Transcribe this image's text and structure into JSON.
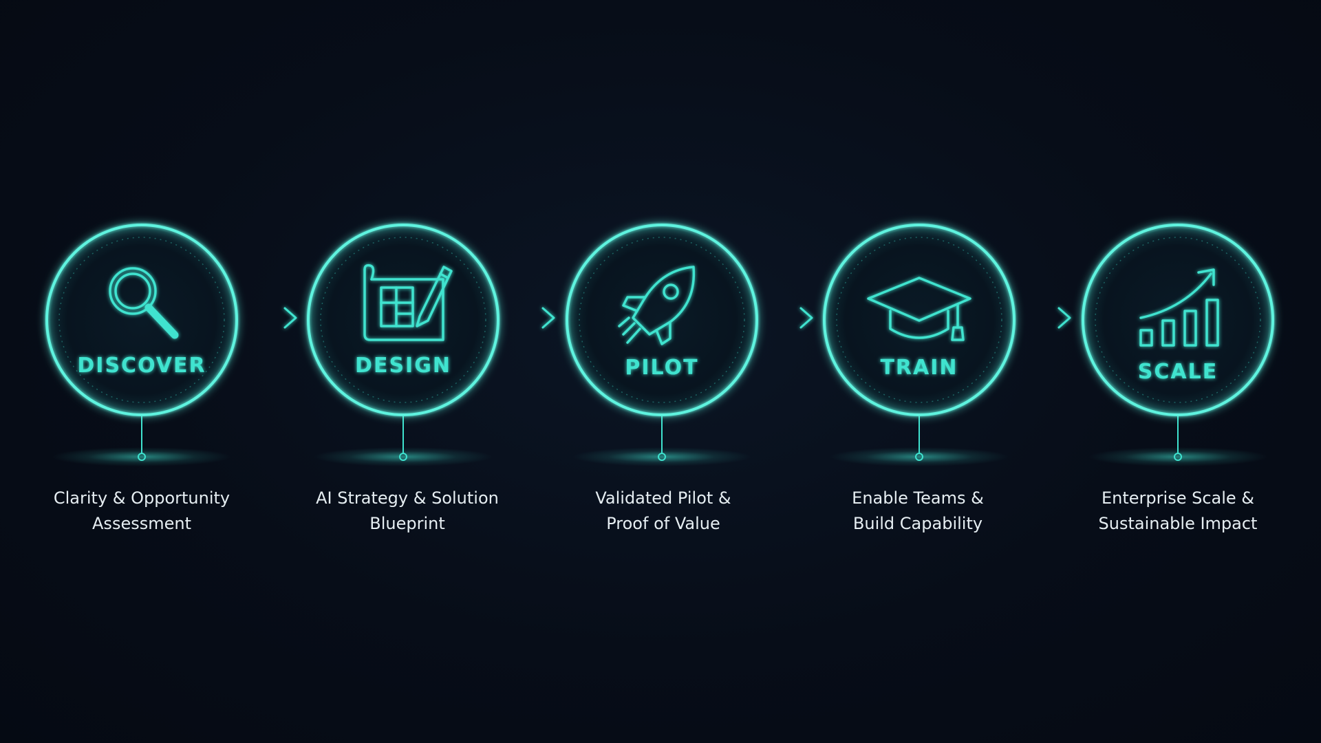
{
  "colors": {
    "background": "#070d18",
    "accent": "#3fe3cf",
    "text": "#e6eef2"
  },
  "stages": [
    {
      "title": "DISCOVER",
      "desc_line1": "Clarity & Opportunity",
      "desc_line2": "Assessment",
      "icon": "magnifying-glass-icon"
    },
    {
      "title": "DESIGN",
      "desc_line1": "AI Strategy & Solution",
      "desc_line2": "Blueprint",
      "icon": "blueprint-pencil-icon"
    },
    {
      "title": "PILOT",
      "desc_line1": "Validated Pilot &",
      "desc_line2": "Proof of Value",
      "icon": "rocket-icon"
    },
    {
      "title": "TRAIN",
      "desc_line1": "Enable Teams &",
      "desc_line2": "Build Capability",
      "icon": "graduation-cap-icon"
    },
    {
      "title": "SCALE",
      "desc_line1": "Enterprise Scale &",
      "desc_line2": "Sustainable Impact",
      "icon": "growth-chart-icon"
    }
  ]
}
